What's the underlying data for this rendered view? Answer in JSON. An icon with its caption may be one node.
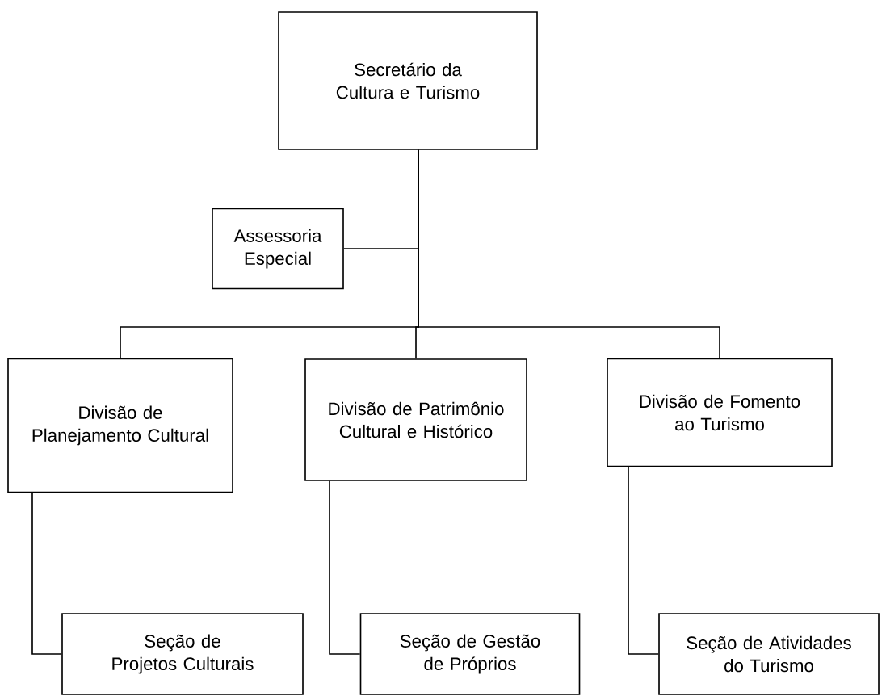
{
  "diagram": {
    "nodes": [
      {
        "text": [
          "Secretário da Cultura e Turismo"
        ]
      },
      {
        "text": [
          "Assessoria Especial"
        ]
      },
      {
        "text": [
          "Divisão de Planejamento Cultural"
        ]
      },
      {
        "text": [
          "Divisão de Patrimônio Cultural e Histórico"
        ]
      },
      {
        "text": [
          "Divisão de Fomento ao Turismo"
        ]
      },
      {
        "text": [
          "Seção de Projetos Culturais"
        ]
      },
      {
        "text": [
          "Seção de Gestão de Próprios"
        ]
      },
      {
        "text": [
          "Seção de Atividades do Turismo"
        ]
      }
    ],
    "edges": [
      {
        "from": 0,
        "to": 1,
        "arrow": "none"
      },
      {
        "from": 0,
        "to": 2,
        "arrow": "none"
      },
      {
        "from": 0,
        "to": 3,
        "arrow": "none"
      },
      {
        "from": 0,
        "to": 4,
        "arrow": "none"
      },
      {
        "from": 2,
        "to": 5,
        "arrow": "none"
      },
      {
        "from": 3,
        "to": 6,
        "arrow": "none"
      },
      {
        "from": 4,
        "to": 7,
        "arrow": "none"
      }
    ]
  }
}
